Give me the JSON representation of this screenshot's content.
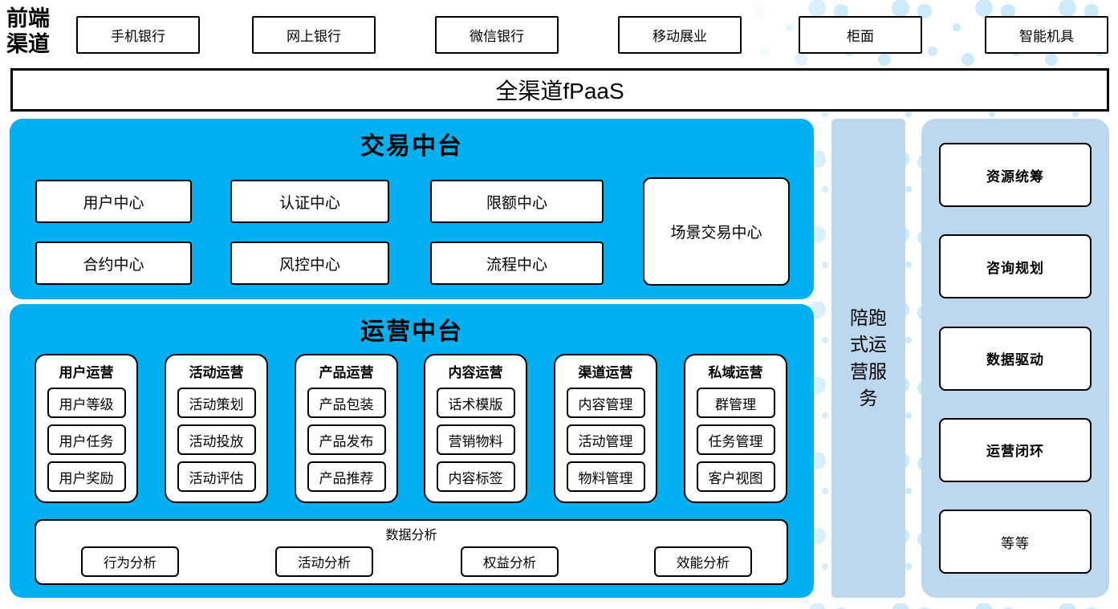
{
  "front_channels": {
    "label": "前端渠道",
    "items": [
      "手机银行",
      "网上银行",
      "微信银行",
      "移动展业",
      "柜面",
      "智能机具"
    ]
  },
  "fpaas_bar": {
    "label": "全渠道fPaaS"
  },
  "transaction_platform": {
    "title": "交易中台",
    "centers": [
      "用户中心",
      "认证中心",
      "限额中心",
      "合约中心",
      "风控中心",
      "流程中心"
    ],
    "scene_center": "场景交易中心"
  },
  "operation_platform": {
    "title": "运营中台",
    "columns": [
      {
        "title": "用户运营",
        "items": [
          "用户等级",
          "用户任务",
          "用户奖励"
        ]
      },
      {
        "title": "活动运营",
        "items": [
          "活动策划",
          "活动投放",
          "活动评估"
        ]
      },
      {
        "title": "产品运营",
        "items": [
          "产品包装",
          "产品发布",
          "产品推荐"
        ]
      },
      {
        "title": "内容运营",
        "items": [
          "话术模版",
          "营销物料",
          "内容标签"
        ]
      },
      {
        "title": "渠道运营",
        "items": [
          "内容管理",
          "活动管理",
          "物料管理"
        ]
      },
      {
        "title": "私域运营",
        "items": [
          "群管理",
          "任务管理",
          "客户视图"
        ]
      }
    ],
    "data_analysis": {
      "title": "数据分析",
      "items": [
        "行为分析",
        "活动分析",
        "权益分析",
        "效能分析"
      ]
    }
  },
  "side_service": {
    "label": "陪跑式运营服务"
  },
  "service_panel": {
    "items": [
      "资源统筹",
      "咨询规划",
      "数据驱动",
      "运营闭环",
      "等等"
    ]
  },
  "colors": {
    "cyan": "#00B0F0",
    "light_blue": "#BDD7EE",
    "dot": "#CBEAFA"
  }
}
